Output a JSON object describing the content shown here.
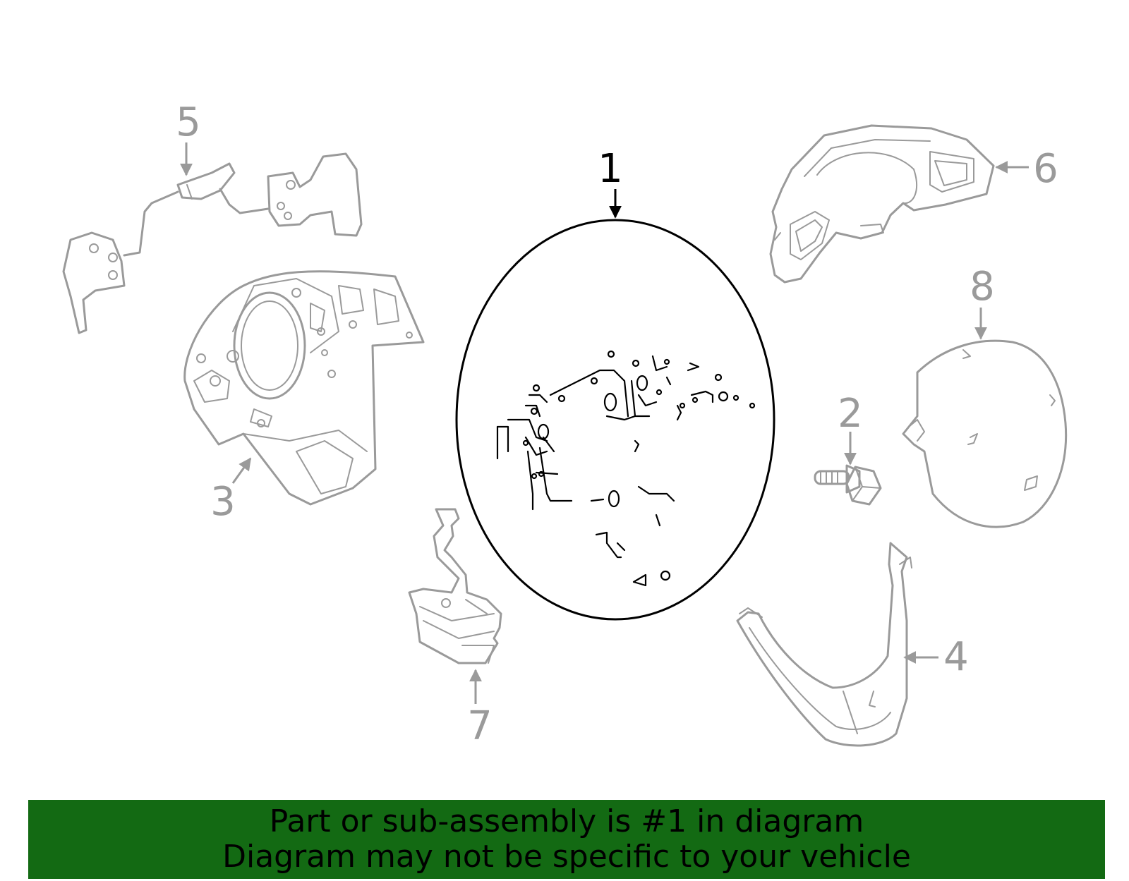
{
  "diagram": {
    "callouts": [
      {
        "id": "1",
        "label": "1",
        "highlighted": true
      },
      {
        "id": "2",
        "label": "2",
        "highlighted": false
      },
      {
        "id": "3",
        "label": "3",
        "highlighted": false
      },
      {
        "id": "4",
        "label": "4",
        "highlighted": false
      },
      {
        "id": "5",
        "label": "5",
        "highlighted": false
      },
      {
        "id": "6",
        "label": "6",
        "highlighted": false
      },
      {
        "id": "7",
        "label": "7",
        "highlighted": false
      },
      {
        "id": "8",
        "label": "8",
        "highlighted": false
      }
    ],
    "colors": {
      "highlight": "#000000",
      "parts": "#9a9a9a",
      "banner_background": "#136a13",
      "banner_text": "#000000"
    }
  },
  "banner": {
    "line1": "Part or sub-assembly is #1 in diagram",
    "line2": "Diagram may not be specific to your vehicle"
  }
}
